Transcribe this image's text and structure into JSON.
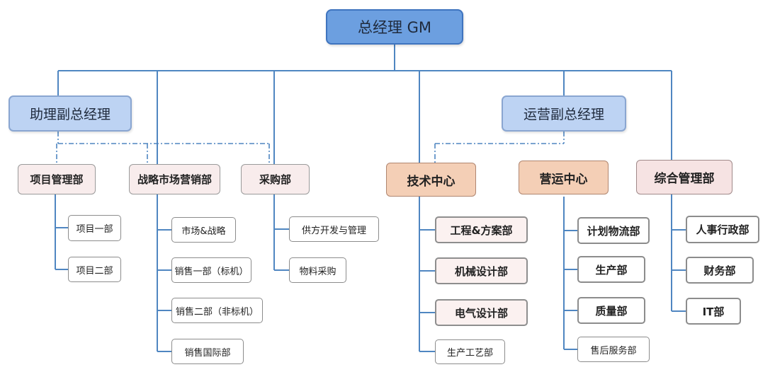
{
  "gm": "总经理 GM",
  "vp_assist": "助理副总经理",
  "vp_ops": "运营副总经理",
  "departments": {
    "project_mgmt": {
      "label": "项目管理部",
      "subs": [
        "项目一部",
        "项目二部"
      ]
    },
    "strategy_marketing": {
      "label": "战略市场营销部",
      "subs": [
        "市场&战略",
        "销售一部（标机）",
        "销售二部（非标机）",
        "销售国际部"
      ]
    },
    "purchasing": {
      "label": "采购部",
      "subs": [
        "供方开发与管理",
        "物料采购"
      ]
    },
    "tech_center": {
      "label": "技术中心",
      "subs": [
        "工程&方案部",
        "机械设计部",
        "电气设计部",
        "生产工艺部"
      ]
    },
    "ops_center": {
      "label": "营运中心",
      "subs": [
        "计划物流部",
        "生产部",
        "质量部",
        "售后服务部"
      ]
    },
    "general_mgmt": {
      "label": "综合管理部",
      "subs": [
        "人事行政部",
        "财务部",
        "IT部"
      ]
    }
  },
  "colors": {
    "line": "#4f86c1",
    "gm_fill": "#6c9fe0",
    "vp_fill": "#bdd3f3",
    "tech_ops_fill": "#f4cfb6",
    "left_dept_fill": "#f8ecec"
  }
}
